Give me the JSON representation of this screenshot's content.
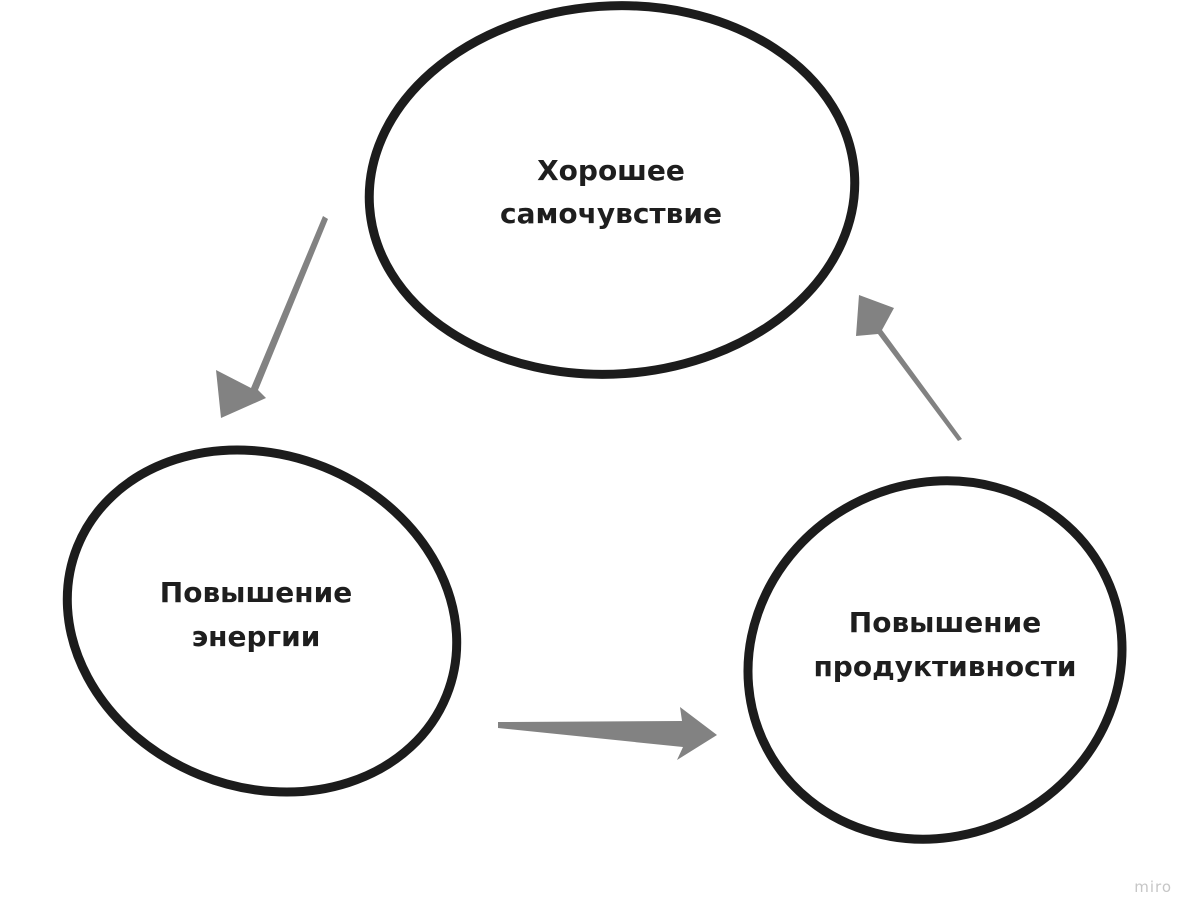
{
  "nodes": {
    "wellbeing": {
      "line1": "Хорошее",
      "line2": "самочувствие"
    },
    "energy": {
      "line1": "Повышение",
      "line2": "энергии"
    },
    "productivity": {
      "line1": "Повышение",
      "line2": "продуктивности"
    }
  },
  "edges": [
    {
      "from": "wellbeing",
      "to": "energy"
    },
    {
      "from": "energy",
      "to": "productivity"
    },
    {
      "from": "productivity",
      "to": "wellbeing"
    }
  ],
  "colors": {
    "outline": "#1c1c1c",
    "arrow": "#828282",
    "text": "#1e1e1e",
    "background": "#ffffff"
  },
  "watermark": "miro"
}
